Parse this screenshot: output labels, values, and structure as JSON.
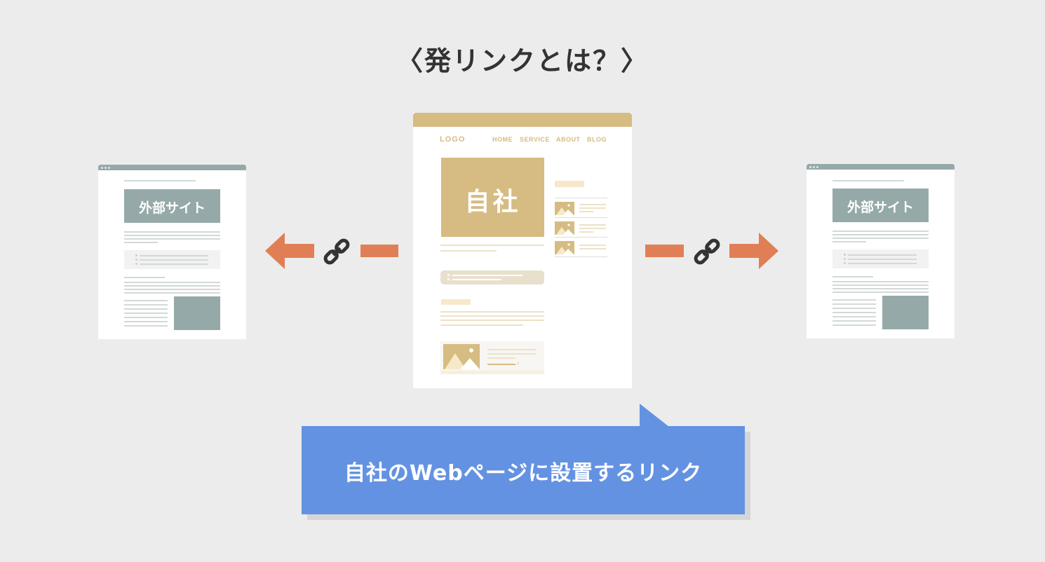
{
  "title": "〈発リンクとは？〉",
  "center_site": {
    "logo": "LOGO",
    "nav": [
      "HOME",
      "SERVICE",
      "ABOUT",
      "BLOG"
    ],
    "hero_label": "自社"
  },
  "external_left": {
    "label": "外部サイト"
  },
  "external_right": {
    "label": "外部サイト"
  },
  "callout": {
    "text": "自社のWebページに設置するリンク"
  },
  "colors": {
    "background": "#ececec",
    "own_site_accent": "#d6bb82",
    "external_accent": "#95a9a9",
    "arrow": "#e07f56",
    "link_icon": "#333333",
    "callout": "#6492e2"
  },
  "icons": [
    "link-chain-icon",
    "arrow-left-icon",
    "arrow-right-icon",
    "image-placeholder-icon"
  ]
}
